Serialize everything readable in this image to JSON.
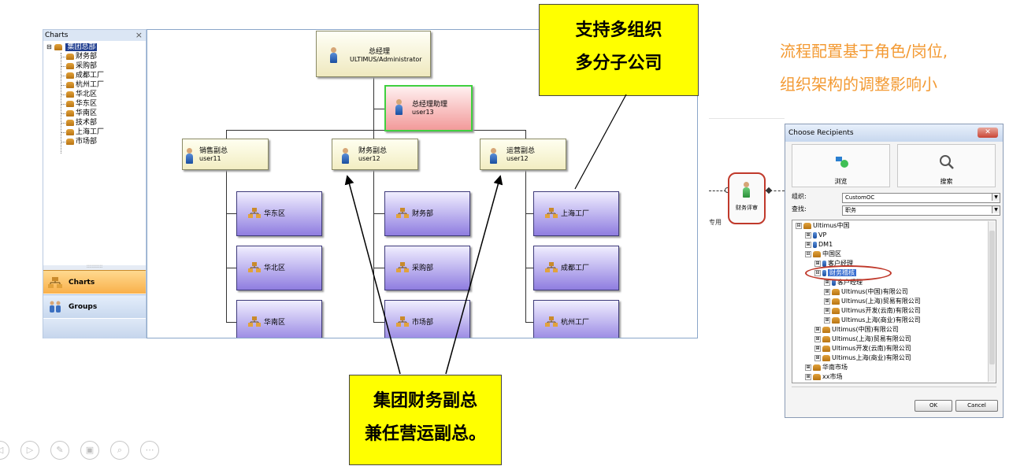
{
  "left_panel": {
    "title": "Charts",
    "close": "×",
    "tree_root": "集团总部",
    "tree_items": [
      "财务部",
      "采购部",
      "成都工厂",
      "杭州工厂",
      "华北区",
      "华东区",
      "华南区",
      "技术部",
      "上海工厂",
      "市场部"
    ],
    "splitter": "::::::::::",
    "nav": {
      "charts": "Charts",
      "groups": "Groups"
    }
  },
  "org_chart": {
    "ceo": {
      "title": "总经理",
      "user": "ULTIMUS/Administrator"
    },
    "assistant": {
      "title": "总经理助理",
      "user": "user13"
    },
    "vps": [
      {
        "title": "销售副总",
        "user": "user11"
      },
      {
        "title": "财务副总",
        "user": "user12"
      },
      {
        "title": "运营副总",
        "user": "user12"
      }
    ],
    "departments": [
      [
        "华东区",
        "华北区",
        "华南区"
      ],
      [
        "财务部",
        "采购部",
        "市场部"
      ],
      [
        "上海工厂",
        "成都工厂",
        "杭州工厂"
      ]
    ]
  },
  "callouts": {
    "top": [
      "支持多组织",
      "多分子公司"
    ],
    "bottom": [
      "集团财务副总",
      "兼任营运副总。"
    ]
  },
  "annotation": [
    "流程配置基于角色/岗位,",
    "组织架构的调整影响小"
  ],
  "workflow_snippet": {
    "node_label": "财务评审",
    "side_text": "专用"
  },
  "dialog": {
    "title": "Choose Recipients",
    "close": "✕",
    "browse_label": "浏览",
    "search_label": "搜索",
    "org_label": "组织:",
    "org_value": "CustomOC",
    "find_label": "查找:",
    "find_value": "职务",
    "tree": [
      {
        "text": "Ultimus中国",
        "level": 0,
        "exp": "⊟",
        "icon": "org"
      },
      {
        "text": "VP",
        "level": 1,
        "exp": "⊞",
        "icon": "person"
      },
      {
        "text": "DM1",
        "level": 1,
        "exp": "⊞",
        "icon": "person"
      },
      {
        "text": "中国区",
        "level": 1,
        "exp": "⊟",
        "icon": "org"
      },
      {
        "text": "客户经理",
        "level": 2,
        "exp": "⊞",
        "icon": "person"
      },
      {
        "text": "财务稽核",
        "level": 2,
        "exp": "⊟",
        "icon": "person",
        "selected": true
      },
      {
        "text": "客户经理",
        "level": 3,
        "exp": "⊞",
        "icon": "person"
      },
      {
        "text": "Ultimus(中国)有限公司",
        "level": 3,
        "exp": "⊞",
        "icon": "org"
      },
      {
        "text": "Ultimus(上海)贸易有限公司",
        "level": 3,
        "exp": "⊞",
        "icon": "org"
      },
      {
        "text": "Ultimus开发(云南)有限公司",
        "level": 3,
        "exp": "⊞",
        "icon": "org"
      },
      {
        "text": "Ultimus上海(商业)有限公司",
        "level": 3,
        "exp": "⊞",
        "icon": "org"
      },
      {
        "text": "Ultimus(中国)有限公司",
        "level": 2,
        "exp": "⊞",
        "icon": "org"
      },
      {
        "text": "Ultimus(上海)贸易有限公司",
        "level": 2,
        "exp": "⊞",
        "icon": "org"
      },
      {
        "text": "Ultimus开发(云南)有限公司",
        "level": 2,
        "exp": "⊞",
        "icon": "org"
      },
      {
        "text": "Ultimus上海(商业)有限公司",
        "level": 2,
        "exp": "⊞",
        "icon": "org"
      },
      {
        "text": "华南市场",
        "level": 1,
        "exp": "⊞",
        "icon": "org"
      },
      {
        "text": "xx市场",
        "level": 1,
        "exp": "⊞",
        "icon": "org"
      }
    ],
    "ok": "OK",
    "cancel": "Cancel"
  },
  "bottom_toolbar": [
    "◁",
    "▷",
    "✎",
    "▣",
    "⌕",
    "⋯"
  ],
  "colors": {
    "callout": "#ffff00",
    "annotation": "#f39a33",
    "department": "#8f7de0",
    "highlight": "#c0392b"
  }
}
